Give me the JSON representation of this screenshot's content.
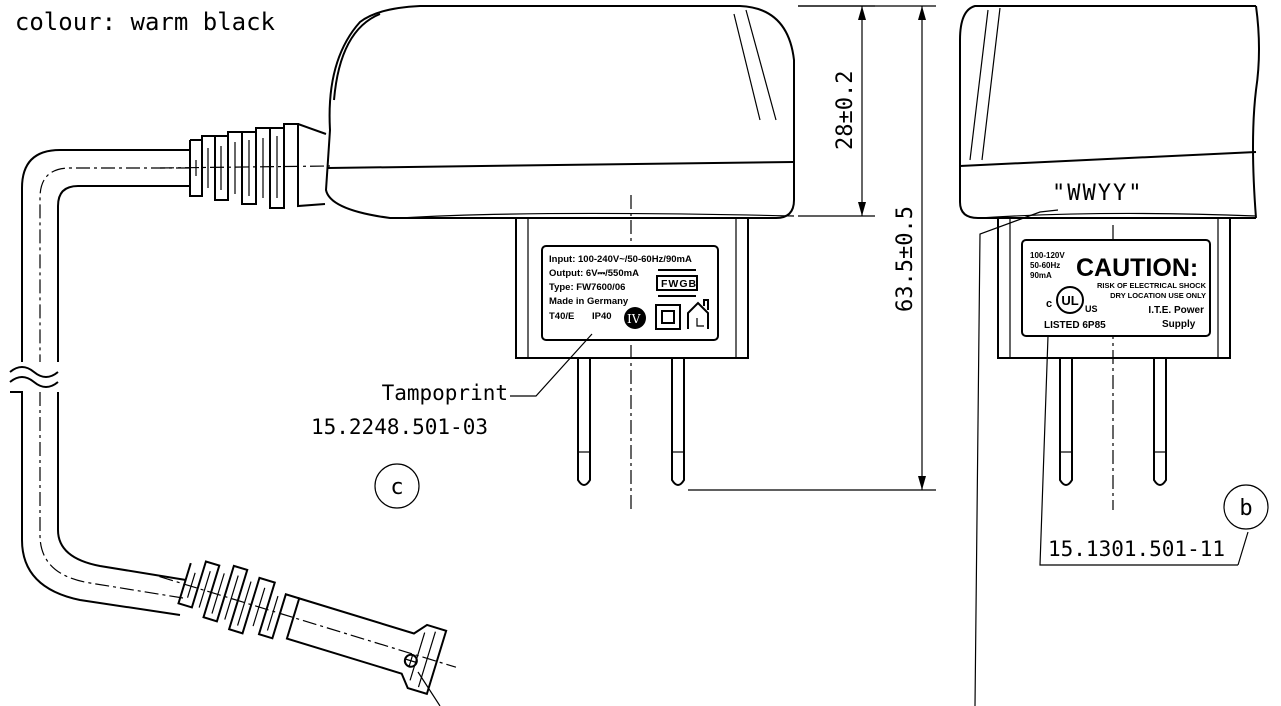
{
  "colour_note": "/ colour: warm black",
  "dimensions": {
    "height_28": "28±0.2",
    "height_63": "63.5±0.5"
  },
  "callouts": {
    "tampoprint_line1": "Tampoprint",
    "tampoprint_line2": "15.2248.501-03",
    "date_code": "\"WWYY\"",
    "part_b": "15.1301.501-11"
  },
  "view_markers": {
    "c": "c",
    "b": "b"
  },
  "label_left": {
    "line1": "Input: 100-240V~/50-60Hz/90mA",
    "line2": "Output: 6V⎓/550mA",
    "line3": "Type: FW7600/06",
    "line4": "Made in Germany",
    "line5a": "T40/E",
    "line5b": "IP40",
    "badge_fwgb": "FWGB",
    "badge_iv": "IV"
  },
  "label_right": {
    "rating1": "100-120V",
    "rating2": "50-60Hz",
    "rating3": "90mA",
    "caution": "CAUTION:",
    "warn1": "RISK OF ELECTRICAL SHOCK",
    "warn2": "DRY LOCATION USE ONLY",
    "ite1": "I.T.E. Power",
    "ite2": "Supply",
    "ul": "UL",
    "ul_c": "c",
    "ul_us": "US",
    "listed": "LISTED 6P85"
  },
  "icons": [
    "ul-mark-icon",
    "double-insulation-icon",
    "indoor-use-icon",
    "screw-icon"
  ]
}
